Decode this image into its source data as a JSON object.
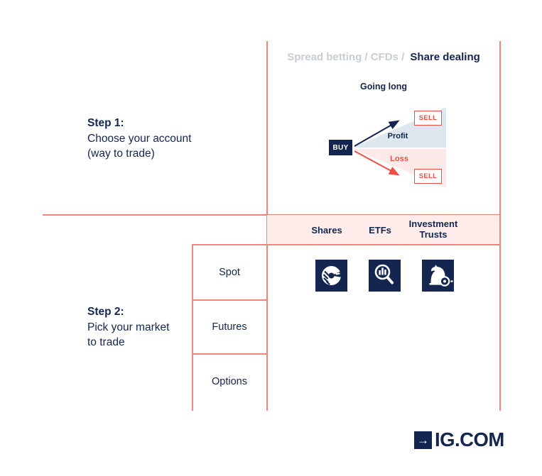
{
  "tabs": {
    "inactive": "Spread betting / CFDs /",
    "active": "Share dealing"
  },
  "step1": {
    "title": "Step 1:",
    "line1": "Choose your account",
    "line2": "(way to trade)"
  },
  "step2": {
    "title": "Step 2:",
    "line1": "Pick your market",
    "line2": "to trade"
  },
  "diagram": {
    "title": "Going long",
    "buy": "BUY",
    "sell_top": "SELL",
    "sell_bottom": "SELL",
    "profit": "Profit",
    "loss": "Loss"
  },
  "market_columns": [
    "Shares",
    "ETFs",
    "Investment Trusts"
  ],
  "market_rows": [
    "Spot",
    "Futures",
    "Options"
  ],
  "icons": [
    "shares-pie-chart-icon",
    "etf-magnifier-icon",
    "investment-trusts-knight-icon"
  ],
  "logo": {
    "arrow": "→",
    "text": "IG.COM"
  },
  "colors": {
    "navy": "#14264f",
    "red": "#ef4e47",
    "line_red": "#f2837d",
    "pink_band": "#fdecea",
    "wedge_blue": "#dfe7ee",
    "wedge_pink": "#fdeae8",
    "gray_inactive": "#c8cdd4"
  }
}
